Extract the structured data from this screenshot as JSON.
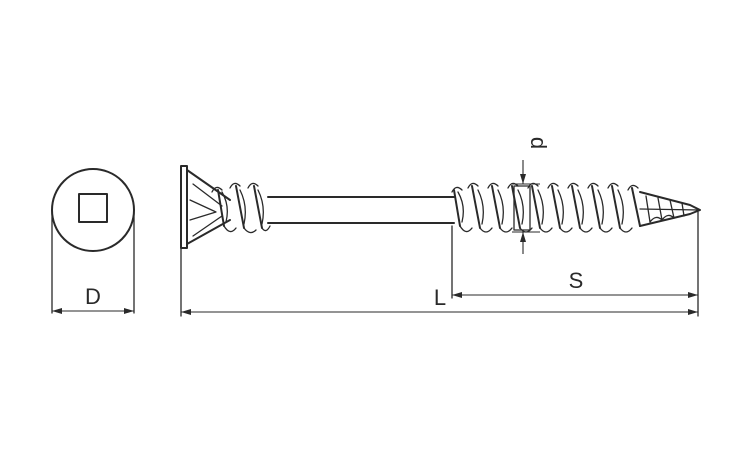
{
  "labels": {
    "D": "D",
    "L": "L",
    "S": "S",
    "d": "d"
  },
  "colors": {
    "line": "#2a2a2a",
    "background": "#ffffff"
  }
}
